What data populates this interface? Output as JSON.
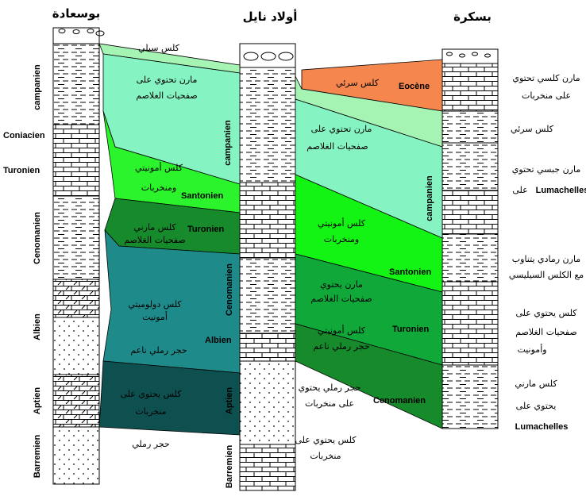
{
  "headers": {
    "left": "بوسعادة",
    "middle": "أولاد نايل",
    "right": "بسكرة"
  },
  "colors": {
    "eocene": "#f4864e",
    "light_green": "#a6f4b4",
    "mint": "#86f4c2",
    "lime": "#2cf42c",
    "bright_green": "#14f414",
    "green": "#11a83a",
    "dark_green": "#178a2c",
    "teal": "#1f8a8a",
    "dark_teal": "#0e4f4f"
  },
  "left_stages": {
    "campanien": "campanien",
    "coniacien": "Coniacien",
    "turonien": "Turonien",
    "cenomanien": "Cenomanien",
    "albien": "Albien",
    "aptien": "Aptien",
    "barremien": "Barremien"
  },
  "middle_stages": {
    "campanien": "campanien",
    "santonien": "Santonien",
    "turonien": "Turonien",
    "cenomanien": "Cenomanien",
    "albien": "Albien",
    "aptien": "Aptien",
    "barremien": "Barremien"
  },
  "right_stages": {
    "eocene": "Eocène",
    "campanien": "campanien",
    "santonien": "Santonien",
    "turonien": "Turonien",
    "cenomanien": "Cenomanien"
  },
  "zone_labels": {
    "left_top": "كلس سيلي",
    "marl_left_1": "مارن تحتوي على",
    "marl_left_2": "صفحيات الغلاصم",
    "left_turonian_1": "كلس أمونيتي",
    "left_turonian_2": "ومنخربات",
    "left_ceno_1": "كلس مارني",
    "left_ceno_2": "صفحيات الغلاصم",
    "albian_1_1": "كلس دولوميتي",
    "albian_1_2": "أمونيت",
    "albian_2": "حجر رملي ناعم",
    "aptian_1": "كلس يحتوي على",
    "aptian_2": "منخربات",
    "barremian_left": "حجر رملي",
    "eocene_calc": "كلس سرئي",
    "marl_right_1": "مارن تحتوي على",
    "marl_right_2": "صفحيات الغلاصم",
    "right_turonian_1": "كلس أمونيتي",
    "right_turonian_2": "ومنخربات",
    "right_ceno_1": "مارن يحتوي",
    "right_ceno_2": "صفحيات الغلاصم",
    "right_albian_1": "كلس أمونيتي",
    "right_albian_2": "حجر رملي ناعم"
  },
  "middle_notes": {
    "sand_1": "حجر رملي يحتوي",
    "sand_2": "على منخربات",
    "calc_1": "كلس يحتوي على",
    "calc_2": "منخربات"
  },
  "right_notes": {
    "n1_1": "مارن كلسي تحتوي",
    "n1_2": "على منخربات",
    "n2": "كلس سرئي",
    "n3_1": "مارن جبسي تحتوي",
    "n3_2": "على",
    "n3_3": "Lumachelles",
    "n4_1": "مارن رمادي يتناوب",
    "n4_2": "مع الكلس السيليسي",
    "n5_1": "كلس يحتوي على",
    "n5_2": "صفحيات الغلاصم",
    "n5_3": "وأمونيت",
    "n6_1": "كلس مارني",
    "n6_2": "يحتوي على",
    "n6_3": "Lumachelles"
  }
}
